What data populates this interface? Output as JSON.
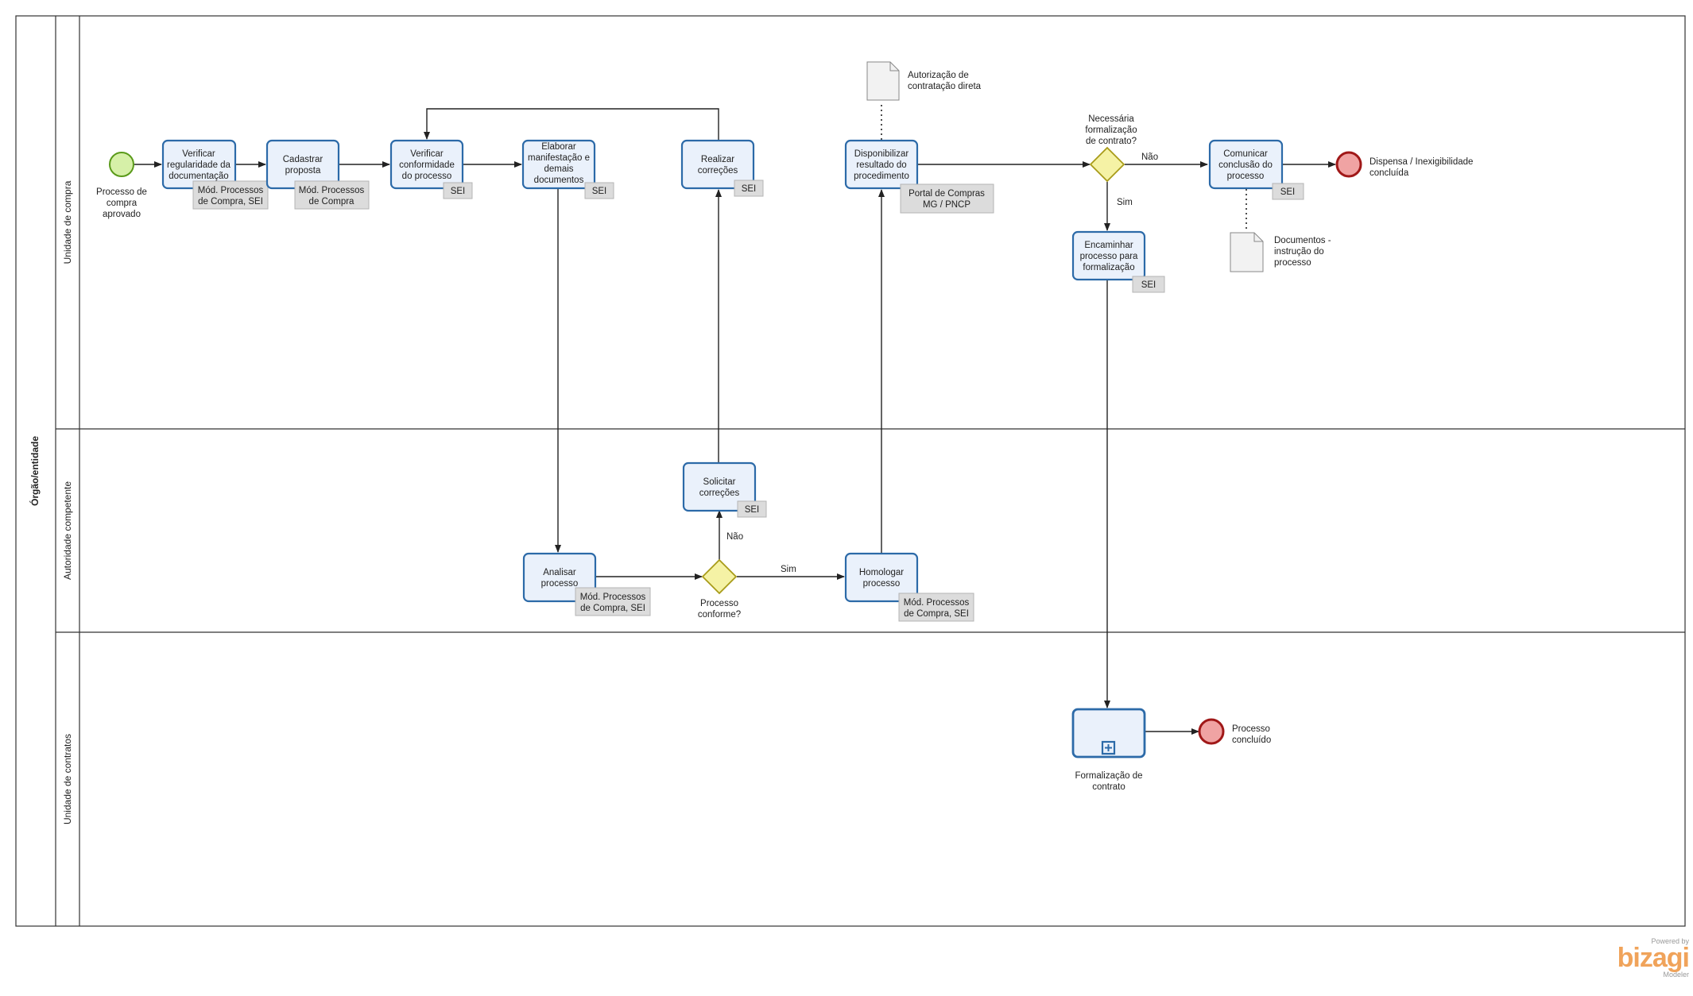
{
  "pool": {
    "label": "Órgão/entidade"
  },
  "lanes": [
    {
      "id": "compra",
      "label": "Unidade de compra"
    },
    {
      "id": "autoridade",
      "label": "Autoridade competente"
    },
    {
      "id": "contratos",
      "label": "Unidade de contratos"
    }
  ],
  "events": {
    "start": {
      "label": [
        "Processo de",
        "compra",
        "aprovado"
      ]
    },
    "end_dispensa": {
      "label": [
        "Dispensa / Inexigibilidade",
        "concluída"
      ]
    },
    "end_concluido": {
      "label": [
        "Processo",
        "concluído"
      ]
    }
  },
  "tasks": {
    "verificar_regularidade": {
      "label": [
        "Verificar",
        "regularidade da",
        "documentação"
      ],
      "tag": [
        "Mód. Processos",
        "de Compra, SEI"
      ]
    },
    "cadastrar_proposta": {
      "label": [
        "Cadastrar",
        "proposta"
      ],
      "tag": [
        "Mód. Processos",
        "de Compra"
      ]
    },
    "verificar_conformidade": {
      "label": [
        "Verificar",
        "conformidade",
        "do processo"
      ],
      "tag": [
        "SEI"
      ]
    },
    "elaborar_manifestacao": {
      "label": [
        "Elaborar",
        "manifestação e",
        "demais",
        "documentos"
      ],
      "tag": [
        "SEI"
      ]
    },
    "realizar_correcoes": {
      "label": [
        "Realizar",
        "correções"
      ],
      "tag": [
        "SEI"
      ]
    },
    "disponibilizar_resultado": {
      "label": [
        "Disponibilizar",
        "resultado do",
        "procedimento"
      ],
      "tag": [
        "Portal de Compras",
        "MG / PNCP"
      ]
    },
    "comunicar_conclusao": {
      "label": [
        "Comunicar",
        "conclusão do",
        "processo"
      ],
      "tag": [
        "SEI"
      ]
    },
    "encaminhar_processo": {
      "label": [
        "Encaminhar",
        "processo para",
        "formalização"
      ],
      "tag": [
        "SEI"
      ]
    },
    "solicitar_correcoes": {
      "label": [
        "Solicitar",
        "correções"
      ],
      "tag": [
        "SEI"
      ]
    },
    "analisar_processo": {
      "label": [
        "Analisar",
        "processo"
      ],
      "tag": [
        "Mód. Processos",
        "de Compra, SEI"
      ]
    },
    "homologar_processo": {
      "label": [
        "Homologar",
        "processo"
      ],
      "tag": [
        "Mód. Processos",
        "de Compra, SEI"
      ]
    },
    "formalizacao_contrato": {
      "label": [
        "Formalização de",
        "contrato"
      ]
    }
  },
  "gateways": {
    "necessaria_formalizacao": {
      "label": [
        "Necessária",
        "formalização",
        "de contrato?"
      ]
    },
    "processo_conforme": {
      "label": [
        "Processo",
        "conforme?"
      ]
    }
  },
  "flow_labels": {
    "nao_1": "Não",
    "sim_1": "Sim",
    "nao_2": "Não",
    "sim_2": "Sim"
  },
  "artifacts": {
    "autorizacao": {
      "label": [
        "Autorização de",
        "contratação direta"
      ]
    },
    "documentos": {
      "label": [
        "Documentos -",
        "instrução do",
        "processo"
      ]
    }
  },
  "branding": {
    "powered": "Powered by",
    "brand": "bizagi",
    "product": "Modeler"
  }
}
